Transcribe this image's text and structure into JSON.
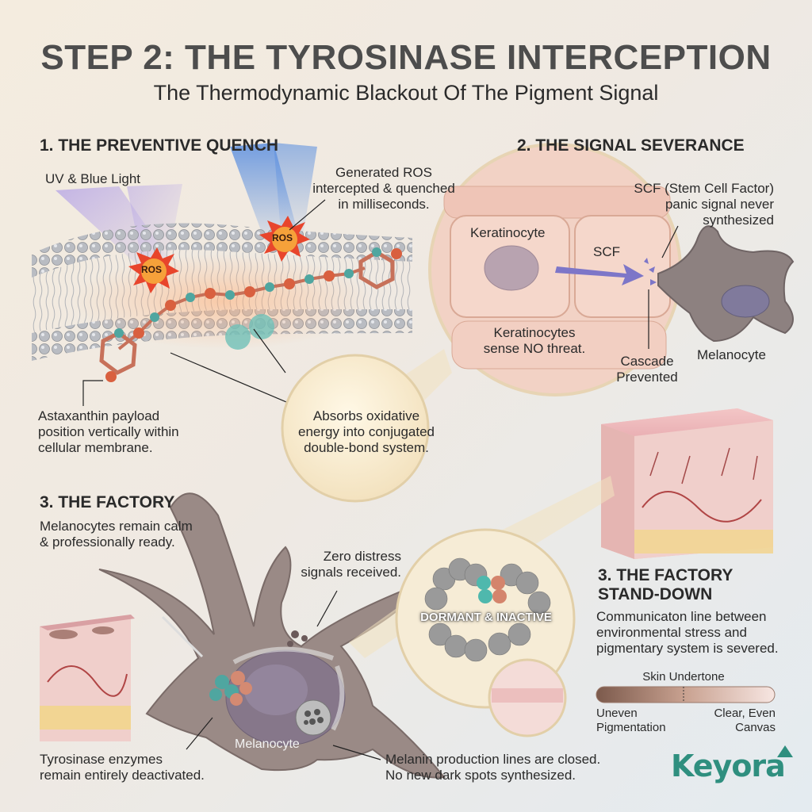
{
  "header": {
    "title": "STEP 2: THE TYROSINASE INTERCEPTION",
    "subtitle": "The Thermodynamic Blackout Of The Pigment Signal"
  },
  "section1": {
    "heading": "1. THE PREVENTIVE QUENCH",
    "uv_label": "UV & Blue Light",
    "ros_label_1": "Generated ROS",
    "ros_label_2": "intercepted & quenched",
    "ros_label_3": "in milliseconds.",
    "ros_badge": "ROS",
    "payload_1": "Astaxanthin payload",
    "payload_2": "position vertically within",
    "payload_3": "cellular membrane.",
    "absorb_1": "Absorbs oxidative",
    "absorb_2": "energy into conjugated",
    "absorb_3": "double-bond system."
  },
  "section2": {
    "heading": "2. THE SIGNAL SEVERANCE",
    "keratinocyte": "Keratinocyte",
    "scf": "SCF",
    "sense_1": "Keratinocytes",
    "sense_2": "sense NO threat.",
    "scf_note_1": "SCF (Stem Cell Factor)",
    "scf_note_2": "panic signal never",
    "scf_note_3": "synthesized",
    "cascade_1": "Cascade",
    "cascade_2": "Prevented",
    "melanocyte": "Melanocyte"
  },
  "section3": {
    "heading": "3. THE FACTORY",
    "calm_1": "Melanocytes remain calm",
    "calm_2": "& professionally ready.",
    "zero_1": "Zero distress",
    "zero_2": "signals received.",
    "melanocyte": "Melanocyte",
    "tyro_1": "Tyrosinase enzymes",
    "tyro_2": "remain entirely deactivated.",
    "melanin_1": "Melanin production lines are closed.",
    "melanin_2": "No new dark spots synthesized.",
    "dormant": "DORMANT & INACTIVE"
  },
  "section4": {
    "heading_1": "3. THE FACTORY",
    "heading_2": "STAND-DOWN",
    "comm_1": "Communicaton line between",
    "comm_2": "environmental stress and",
    "comm_3": "pigmentary system is severed.",
    "undertone": "Skin Undertone",
    "uneven_1": "Uneven",
    "uneven_2": "Pigmentation",
    "clear_1": "Clear, Even",
    "clear_2": "Canvas"
  },
  "brand": {
    "logo": "Keyora",
    "accent": "#2f8f7f"
  }
}
